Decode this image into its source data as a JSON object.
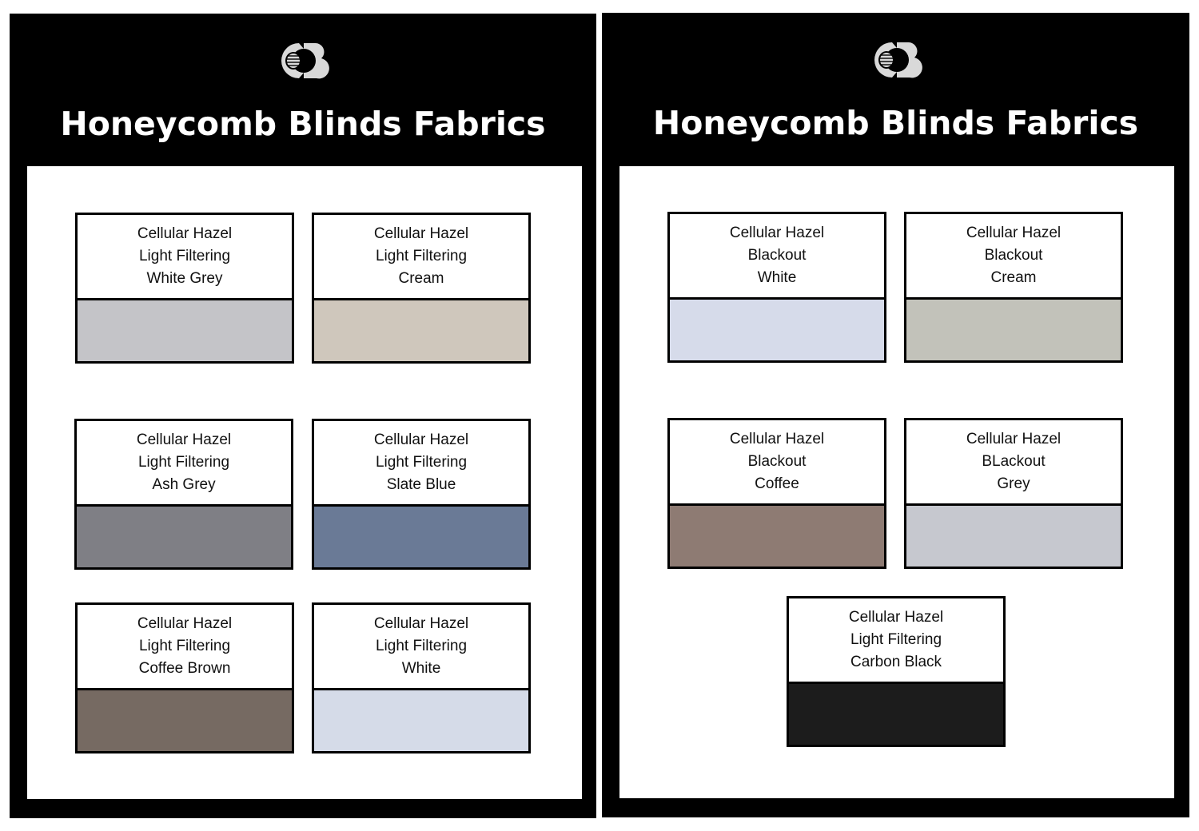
{
  "brand": {
    "logo_text": "CB",
    "logo_color": "#d9d9d9"
  },
  "panels": [
    {
      "title": "Honeycomb Blinds Fabrics",
      "cards": [
        {
          "line1": "Cellular Hazel",
          "line2": "Light Filtering",
          "line3": "White Grey",
          "color": "#c4c4c8"
        },
        {
          "line1": "Cellular Hazel",
          "line2": "Light Filtering",
          "line3": "Cream",
          "color": "#cfc7bc"
        },
        {
          "line1": "Cellular Hazel",
          "line2": "Light Filtering",
          "line3": "Ash Grey",
          "color": "#7f7f85"
        },
        {
          "line1": "Cellular Hazel",
          "line2": "Light Filtering",
          "line3": "Slate Blue",
          "color": "#6a7a96"
        },
        {
          "line1": "Cellular Hazel",
          "line2": "Light Filtering",
          "line3": "Coffee Brown",
          "color": "#766a62"
        },
        {
          "line1": "Cellular Hazel",
          "line2": "Light Filtering",
          "line3": "White",
          "color": "#d5dbe8"
        }
      ]
    },
    {
      "title": "Honeycomb Blinds Fabrics",
      "cards": [
        {
          "line1": "Cellular Hazel",
          "line2": "Blackout",
          "line3": "White",
          "color": "#d6dbea"
        },
        {
          "line1": "Cellular Hazel",
          "line2": "Blackout",
          "line3": "Cream",
          "color": "#c2c2ba"
        },
        {
          "line1": "Cellular Hazel",
          "line2": "Blackout",
          "line3": "Coffee",
          "color": "#8e7b73"
        },
        {
          "line1": "Cellular Hazel",
          "line2": "BLackout",
          "line3": "Grey",
          "color": "#c6c8cf"
        },
        {
          "line1": "Cellular Hazel",
          "line2": "Light Filtering",
          "line3": "Carbon Black",
          "color": "#1c1c1c"
        }
      ]
    }
  ]
}
